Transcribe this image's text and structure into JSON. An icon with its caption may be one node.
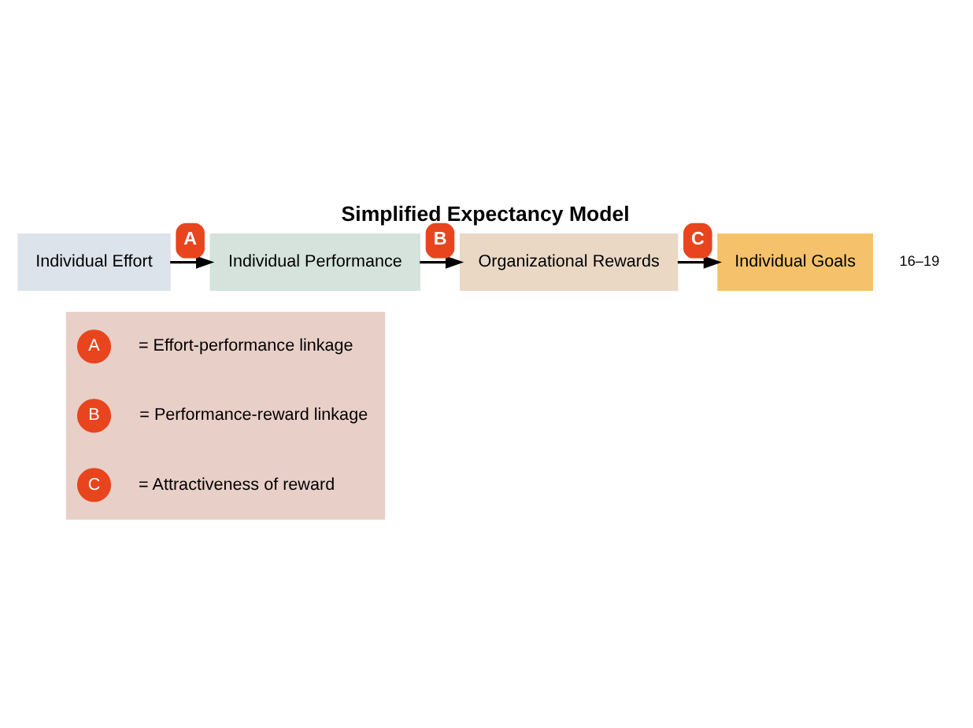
{
  "diagram": {
    "title": "Simplified Expectancy Model",
    "nodes": [
      {
        "text": [
          "Individual Effort"
        ]
      },
      {
        "text": [
          "Individual Performance"
        ]
      },
      {
        "text": [
          "Organizational Rewards"
        ]
      },
      {
        "text": [
          "Individual Goals"
        ]
      },
      {
        "text": [],
        "shape": "box"
      },
      {
        "text": [
          "A"
        ],
        "in": 4,
        "beside": [
          "= Effort-performance linkage"
        ]
      },
      {
        "text": [
          "B"
        ],
        "in": 4,
        "beside": [
          "= Performance-reward linkage"
        ]
      },
      {
        "text": [
          "C"
        ],
        "in": 4,
        "beside": [
          "= Attractiveness of reward"
        ]
      }
    ],
    "edges": [
      {
        "from": 0,
        "to": 1,
        "arrow": "to",
        "label": "A"
      },
      {
        "from": 1,
        "to": 2,
        "arrow": "to",
        "label": "B"
      },
      {
        "from": 2,
        "to": 3,
        "arrow": "to",
        "label": "C"
      }
    ],
    "labels": [
      "16–19"
    ]
  }
}
